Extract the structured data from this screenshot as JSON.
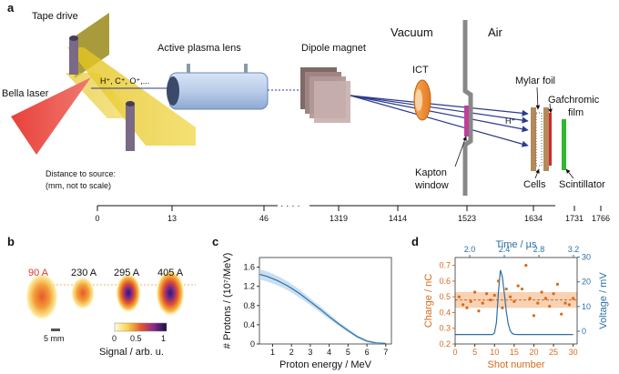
{
  "panels": {
    "a": "a",
    "b": "b",
    "c": "c",
    "d": "d"
  },
  "setup": {
    "tape_drive": "Tape drive",
    "bella_laser": "Bella laser",
    "ions": "H⁺, C⁺, O⁺,...",
    "lens": "Active plasma lens",
    "dipole": "Dipole magnet",
    "vacuum": "Vacuum",
    "air": "Air",
    "ict": "ICT",
    "mylar": "Mylar foil",
    "gafchromic_1": "Gafchromic",
    "gafchromic_2": "film",
    "hplus": "H⁺",
    "kapton_1": "Kapton",
    "kapton_2": "window",
    "cells": "Cells",
    "scintillator": "Scintillator",
    "distance_1": "Distance to source:",
    "distance_2": "(mm, not to scale)",
    "distances": [
      "0",
      "13",
      "46",
      "1319",
      "1414",
      "1523",
      "1634",
      "1731",
      "1766"
    ],
    "ellipsis": "· · · ·"
  },
  "panel_b": {
    "currents": [
      "90 A",
      "230 A",
      "295 A",
      "405 A"
    ],
    "scale": "5 mm",
    "colorbar_ticks": [
      "0",
      "0.5",
      "1"
    ],
    "colorbar_label": "Signal / arb. u."
  },
  "colors": {
    "orange": "#d66a1b",
    "blue": "#2b6fa8",
    "shade": "#bcd7ee",
    "fill_orange": "#f8d2b3",
    "tape": "#e2c21c",
    "laser": "#e8413b",
    "lens": "#b9cde9",
    "magnet": "#9e8583"
  },
  "chart_data": [
    {
      "type": "line",
      "panel": "c",
      "xlabel": "Proton energy / MeV",
      "ylabel": "# Protons / (10⁷/MeV)",
      "xticks": [
        "1",
        "2",
        "3",
        "4",
        "5",
        "6",
        "7"
      ],
      "yticks": [
        "0",
        "0.4",
        "0.8",
        "1.2",
        "1.6"
      ],
      "xlim": [
        0.3,
        7.3
      ],
      "ylim": [
        0,
        1.8
      ],
      "x": [
        0.3,
        0.5,
        0.75,
        1.0,
        1.25,
        1.5,
        1.75,
        2.0,
        2.5,
        3.0,
        3.5,
        4.0,
        4.5,
        5.0,
        5.5,
        6.0,
        6.5,
        7.0
      ],
      "y": [
        1.45,
        1.43,
        1.4,
        1.36,
        1.32,
        1.27,
        1.22,
        1.16,
        1.03,
        0.88,
        0.73,
        0.57,
        0.42,
        0.28,
        0.15,
        0.06,
        0.02,
        0.01
      ]
    },
    {
      "type": "scatter",
      "panel": "d",
      "xlabel": "Shot number",
      "ylabel": "Charge / nC",
      "y2label": "Voltage / mV",
      "x2label": "Time / µs",
      "xticks": [
        "0",
        "5",
        "10",
        "15",
        "20",
        "25",
        "30"
      ],
      "yticks": [
        "0.2",
        "0.3",
        "0.4",
        "0.5",
        "0.6",
        "0.7"
      ],
      "y2ticks": [
        "0",
        "10",
        "20",
        "30"
      ],
      "x2ticks": [
        "2.0",
        "2.4",
        "2.8",
        "3.2"
      ],
      "xlim": [
        0,
        31
      ],
      "ylim": [
        0.2,
        0.75
      ],
      "mean": 0.48,
      "band": [
        0.43,
        0.53
      ],
      "x": [
        1,
        2,
        3,
        4,
        5,
        6,
        7,
        8,
        9,
        10,
        11,
        12,
        13,
        14,
        15,
        16,
        17,
        18,
        19,
        20,
        21,
        22,
        23,
        24,
        25,
        26,
        27,
        28,
        29,
        30
      ],
      "y": [
        0.5,
        0.45,
        0.43,
        0.47,
        0.53,
        0.41,
        0.46,
        0.52,
        0.48,
        0.51,
        0.6,
        0.43,
        0.55,
        0.5,
        0.47,
        0.57,
        0.55,
        0.7,
        0.49,
        0.38,
        0.46,
        0.53,
        0.49,
        0.44,
        0.52,
        0.58,
        0.39,
        0.46,
        0.45,
        0.49
      ]
    }
  ]
}
